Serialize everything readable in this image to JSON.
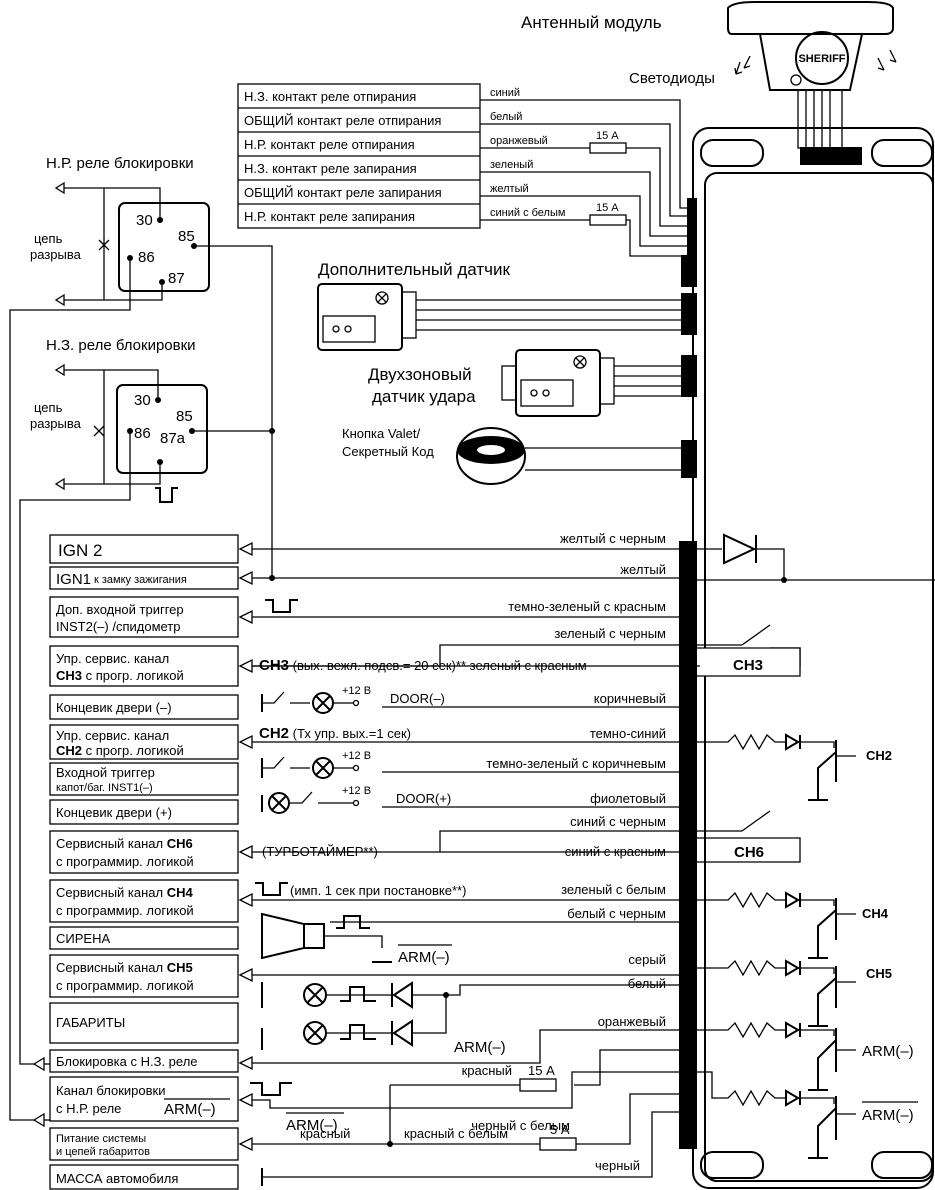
{
  "antenna": {
    "title": "Антенный модуль",
    "leds": "Светодиоды",
    "logo": "SHERIFF"
  },
  "relay_table": [
    {
      "label": "Н.З. контакт реле отпирания",
      "wire": "синий",
      "fuse": ""
    },
    {
      "label": "ОБЩИЙ контакт реле отпирания",
      "wire": "белый",
      "fuse": ""
    },
    {
      "label": "Н.Р. контакт реле отпирания",
      "wire": "оранжевый",
      "fuse": "15 А"
    },
    {
      "label": "Н.З. контакт реле запирания",
      "wire": "зеленый",
      "fuse": ""
    },
    {
      "label": "ОБЩИЙ контакт реле запирания",
      "wire": "желтый",
      "fuse": ""
    },
    {
      "label": "Н.Р. контакт реле запирания",
      "wire": "синий с белым",
      "fuse": "15 А"
    }
  ],
  "relays": {
    "nr": {
      "title": "Н.Р. реле блокировки",
      "circuit1": "цепь",
      "circuit2": "разрыва",
      "p30": "30",
      "p85": "85",
      "p86": "86",
      "p87": "87"
    },
    "nz": {
      "title": "Н.З. реле блокировки",
      "circuit1": "цепь",
      "circuit2": "разрыва",
      "p30": "30",
      "p85": "85",
      "p86": "86",
      "p87": "87a"
    }
  },
  "sensors": {
    "additional": "Дополнительный датчик",
    "shock1": "Двухзоновый",
    "shock2": "датчик удара",
    "valet1": "Кнопка Valet/",
    "valet2": "Секретный Код"
  },
  "left_boxes": {
    "ign2": "IGN 2",
    "ign1_main": "IGN1",
    "ign1_sub": "к замку зажигания",
    "inst2_1": "Доп. входной триггер",
    "inst2_2": "INST2(–) /спидометр",
    "ch3_1": "Упр. сервис. канал",
    "ch3_2a": "CH3",
    "ch3_2b": " с прогр. логикой",
    "door_neg": "Концевик двери (–)",
    "ch2_1": "Упр. сервис. канал",
    "ch2_2a": "CH2",
    "ch2_2b": " с прогр. логикой",
    "inst1_1": "Входной триггер",
    "inst1_2": "капот/баг. INST1(–)",
    "door_pos": "Концевик двери (+)",
    "ch6_1a": "Сервисный канал ",
    "ch6_1b": "CH6",
    "ch6_2": "с программир. логикой",
    "ch4_1a": "Сервисный канал ",
    "ch4_1b": "CH4",
    "ch4_2": "с программир. логикой",
    "siren": "СИРЕНА",
    "ch5_1a": "Сервисный канал ",
    "ch5_1b": "CH5",
    "ch5_2": "с программир. логикой",
    "parking": "ГАБАРИТЫ",
    "block_nz": "Блокировка с Н.З. реле",
    "block_nr_1": "Канал блокировки",
    "block_nr_2a": "с Н.Р. реле",
    "block_nr_2b": "ARM(–)",
    "power_1": "Питание системы",
    "power_2": "и цепей габаритов",
    "ground": "МАССА автомобиля"
  },
  "wires": {
    "ign2": "желтый с черным",
    "ign1": "желтый",
    "inst2": "темно-зеленый с красным",
    "ch3_in": "зеленый с черным",
    "ch3_note_a": "CH3",
    "ch3_note_b": " (вых. вежл. подсв.= 20 сек)** ",
    "ch3_out": "зеленый с красным",
    "door_neg": "коричневый",
    "door_neg_tag": "DOOR(–)",
    "ch2_note_a": "CH2",
    "ch2_note_b": " (Тх упр. вых.=1 сек)",
    "ch2_wire": "темно-синий",
    "inst1": "темно-зеленый с коричневым",
    "door_pos": "фиолетовый",
    "door_pos_tag": "DOOR(+)",
    "ch6_in": "синий с черным",
    "ch6_note": "(ТУРБОТАЙМЕР**)",
    "ch6_out": "синий с красным",
    "ch4_note": "(имп. 1 сек при постановке**)",
    "ch4_wire": "зеленый с белым",
    "siren": "белый с черным",
    "siren_arm": "ARM(–)",
    "ch5": "серый",
    "parking": "белый",
    "block_nz": "оранжевый",
    "block_nz_arm": "ARM(–)",
    "power_red": "красный",
    "power_fuse": "15 А",
    "block_nr": "черный с белым",
    "block_nr_arm": "ARM(–)",
    "power_left": "красный",
    "power_rw": "красный с белым",
    "power_fuse2": "5 А",
    "ground": "черный",
    "v12": "+12 В"
  },
  "channels": {
    "ch3": "CH3",
    "ch6": "CH6",
    "ch2": "CH2",
    "ch4": "CH4",
    "ch5": "CH5",
    "arm": "ARM(–)",
    "arm_bar": "ARM(–)"
  }
}
